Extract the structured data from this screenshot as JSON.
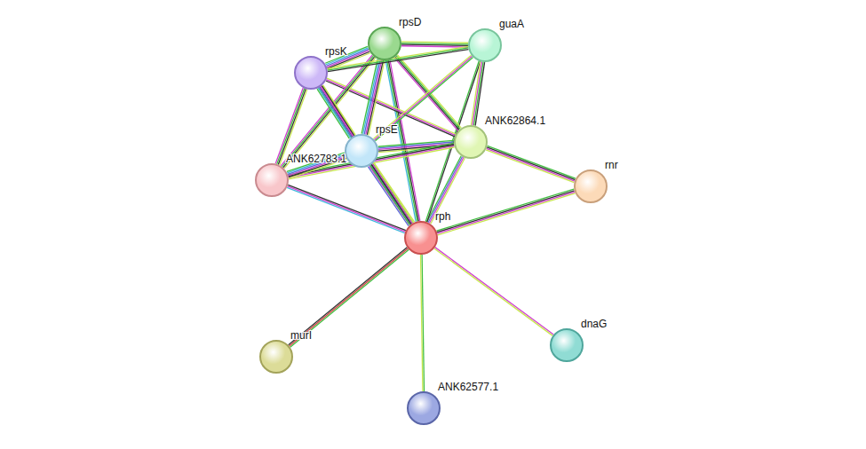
{
  "diagram": {
    "nodes": [
      {
        "text": [
          "rpsD"
        ]
      },
      {
        "text": [
          "guaA"
        ]
      },
      {
        "text": [
          "rpsK"
        ]
      },
      {
        "text": [
          "rpsE"
        ]
      },
      {
        "text": [
          "ANK62864.1"
        ]
      },
      {
        "text": [
          "ANK62783.1"
        ]
      },
      {
        "text": [
          "rnr"
        ]
      },
      {
        "text": [
          "rph"
        ]
      },
      {
        "text": [
          "dnaG"
        ]
      },
      {
        "text": [
          "murI"
        ]
      },
      {
        "text": [
          "ANK62577.1"
        ]
      }
    ],
    "edges": [
      {
        "from": 7,
        "to": 9,
        "arrow": "none"
      },
      {
        "from": 7,
        "to": 10,
        "arrow": "none"
      },
      {
        "from": 7,
        "to": 8,
        "arrow": "none"
      },
      {
        "from": 7,
        "to": 6,
        "arrow": "none"
      },
      {
        "from": 7,
        "to": 4,
        "arrow": "none"
      },
      {
        "from": 7,
        "to": 3,
        "arrow": "none"
      },
      {
        "from": 7,
        "to": 5,
        "arrow": "none"
      },
      {
        "from": 7,
        "to": 2,
        "arrow": "none"
      },
      {
        "from": 7,
        "to": 0,
        "arrow": "none"
      },
      {
        "from": 7,
        "to": 1,
        "arrow": "none"
      },
      {
        "from": 4,
        "to": 6,
        "arrow": "none"
      },
      {
        "from": 4,
        "to": 3,
        "arrow": "none"
      },
      {
        "from": 4,
        "to": 2,
        "arrow": "none"
      },
      {
        "from": 4,
        "to": 0,
        "arrow": "none"
      },
      {
        "from": 4,
        "to": 5,
        "arrow": "none"
      },
      {
        "from": 4,
        "to": 1,
        "arrow": "none"
      },
      {
        "from": 0,
        "to": 2,
        "arrow": "none"
      },
      {
        "from": 0,
        "to": 3,
        "arrow": "none"
      },
      {
        "from": 0,
        "to": 5,
        "arrow": "none"
      },
      {
        "from": 0,
        "to": 1,
        "arrow": "none"
      },
      {
        "from": 2,
        "to": 3,
        "arrow": "none"
      },
      {
        "from": 2,
        "to": 5,
        "arrow": "none"
      },
      {
        "from": 2,
        "to": 1,
        "arrow": "none"
      },
      {
        "from": 3,
        "to": 5,
        "arrow": "none"
      },
      {
        "from": 3,
        "to": 1,
        "arrow": "none"
      }
    ]
  }
}
